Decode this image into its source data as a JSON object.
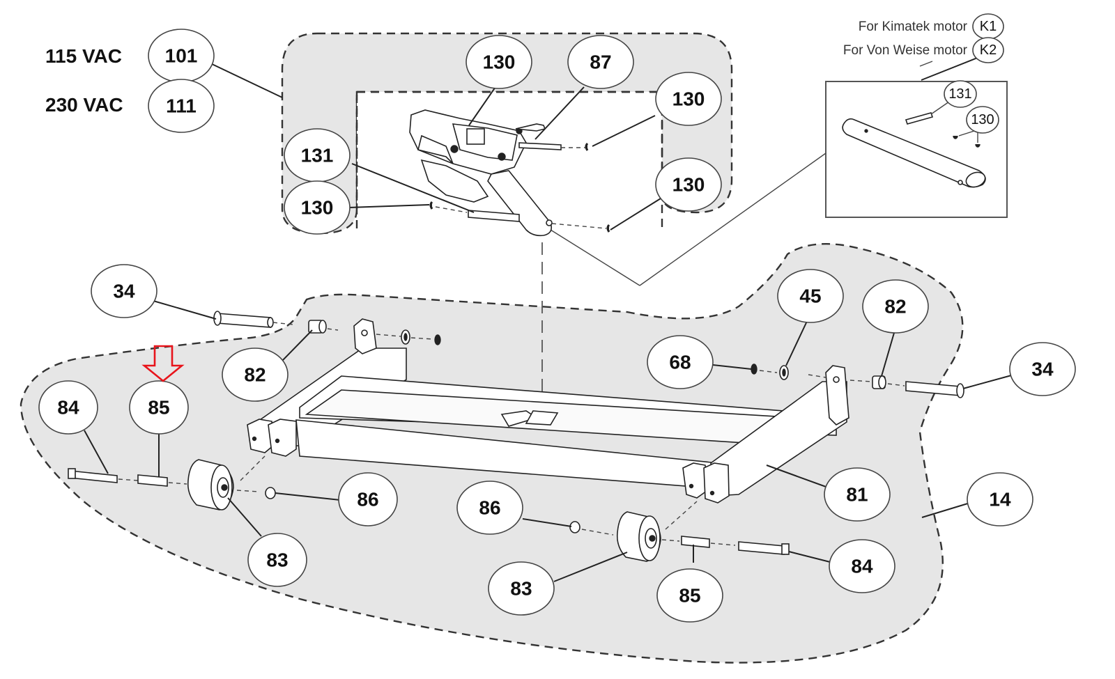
{
  "diagram": {
    "title": "Exploded parts diagram - base frame assembly with actuator",
    "voltage_labels": [
      {
        "label": "115 VAC",
        "part": "101"
      },
      {
        "label": "230 VAC",
        "part": "111"
      }
    ],
    "kit_notes": [
      {
        "label": "For Kimatek motor",
        "part": "K1"
      },
      {
        "label": "For Von Weise motor",
        "part": "K2"
      }
    ],
    "callouts": {
      "actuator_130_top": "130",
      "actuator_87": "87",
      "actuator_130_right_upper": "130",
      "actuator_131": "131",
      "actuator_130_left": "130",
      "actuator_130_right_lower": "130",
      "kit_131": "131",
      "kit_130": "130",
      "left_34": "34",
      "left_82": "82",
      "left_84": "84",
      "left_85": "85",
      "left_86": "86",
      "left_83": "83",
      "right_45": "45",
      "right_82": "82",
      "right_68": "68",
      "right_34": "34",
      "right_81": "81",
      "right_14": "14",
      "right_86": "86",
      "right_83": "83",
      "right_85": "85",
      "right_84": "84"
    },
    "highlight": {
      "type": "arrow",
      "target_part": "85",
      "color": "#e8141b"
    },
    "colors": {
      "region_fill": "#e6e6e6",
      "line": "#222222",
      "highlight": "#e8141b"
    }
  }
}
